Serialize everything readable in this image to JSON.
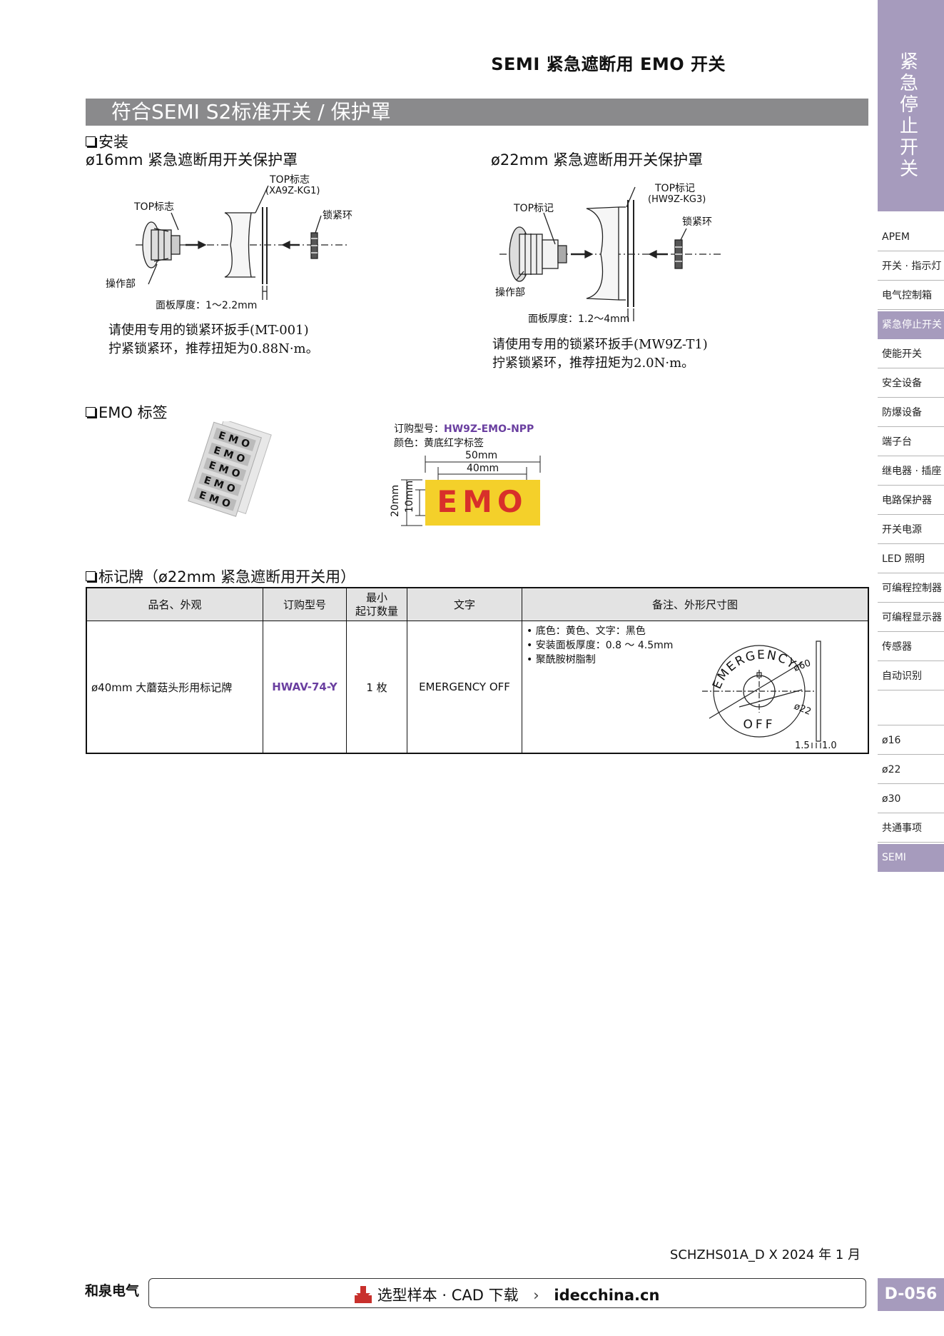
{
  "header": {
    "title": "SEMI 紧急遮断用 EMO 开关"
  },
  "section": {
    "title": "符合SEMI S2标准开关 / 保护罩"
  },
  "install": {
    "heading": "安装",
    "left": {
      "title": "ø16mm 紧急遮断用开关保护罩",
      "top_mark": "TOP标志",
      "top_mark2": "TOP标志",
      "top_mark2_model": "(XA9Z-KG1)",
      "lock_ring": "锁紧环",
      "operator": "操作部",
      "panel": "面板厚度：1〜2.2mm",
      "note1": "请使用专用的锁紧环扳手(MT-001)",
      "note2": "拧紧锁紧环，推荐扭矩为0.88N·m。"
    },
    "right": {
      "title": "ø22mm 紧急遮断用开关保护罩",
      "top_mark": "TOP标记",
      "top_mark2": "TOP标记",
      "top_mark2_model": "(HW9Z-KG3)",
      "lock_ring": "锁紧环",
      "operator": "操作部",
      "panel": "面板厚度：1.2〜4mm",
      "note1": "请使用专用的锁紧环扳手(MW9Z-T1)",
      "note2": "拧紧锁紧环，推荐扭矩为2.0N·m。"
    }
  },
  "emo": {
    "heading": "EMO 标签",
    "label_text": "EMO",
    "order_label": "订购型号：",
    "order_model": "HW9Z-EMO-NPP",
    "color_label": "颜色：黄底红字标签",
    "dim_50": "50mm",
    "dim_40": "40mm",
    "dim_20": "20mm",
    "dim_10": "10mm",
    "label_bg": "#f4d02a",
    "label_fg": "#d8302a"
  },
  "plate": {
    "heading": "标记牌（ø22mm 紧急遮断用开关用）",
    "headers": {
      "name": "品名、外观",
      "model": "订购型号",
      "min1": "最小",
      "min2": "起订数量",
      "text": "文字",
      "remarks": "备注、外形尺寸图"
    },
    "row": {
      "name": "ø40mm 大蘑菇头形用标记牌",
      "model": "HWAV-74-Y",
      "qty": "1 枚",
      "text": "EMERGENCY OFF",
      "remarks": [
        "底色：黄色、文字：黑色",
        "安装面板厚度：0.8 〜 4.5mm",
        "聚酰胺树脂制"
      ],
      "fig_top": "EMERGENCY",
      "fig_bottom": "OFF",
      "fig_d60": "ø60",
      "fig_d22": "ø22",
      "fig_t1": "1.5",
      "fig_t2": "1.0"
    }
  },
  "sidebar": {
    "vertical_title": "紧急停止开关",
    "items": [
      "APEM",
      "开关 · 指示灯",
      "电气控制箱",
      "紧急停止开关",
      "使能开关",
      "安全设备",
      "防爆设备",
      "端子台",
      "继电器 · 插座",
      "电路保护器",
      "开关电源",
      "LED 照明",
      "可编程控制器",
      "可编程显示器",
      "传感器",
      "自动识别"
    ],
    "sub_items": [
      "ø16",
      "ø22",
      "ø30",
      "共通事项",
      "SEMI"
    ],
    "active_item": "紧急停止开关",
    "active_sub": "SEMI",
    "accent": "#a69bbd"
  },
  "footer": {
    "doc_code": "SCHZHS01A_D X 2024 年 1 月",
    "brand": "和泉电气",
    "link_text": "选型样本 · CAD 下载",
    "link_arrow": "›",
    "url": "idecchina.cn",
    "page": "D-056"
  }
}
